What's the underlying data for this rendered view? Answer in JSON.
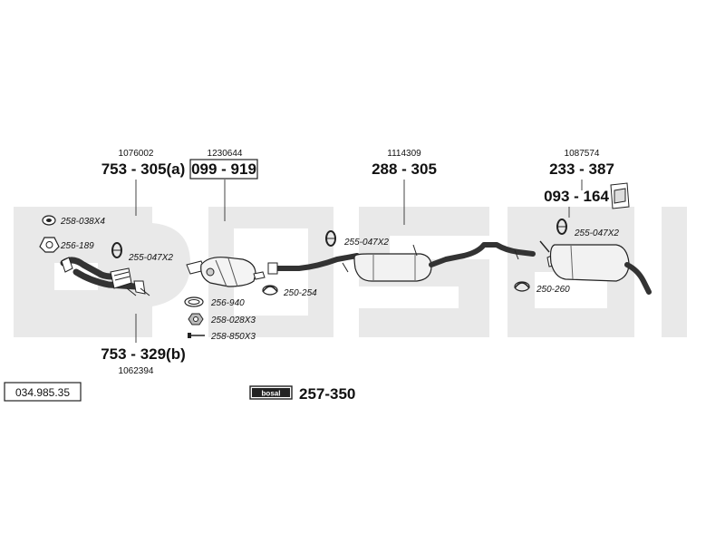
{
  "parts": {
    "manifold_oem": "1076002",
    "manifold_part": "753 - 305(a)",
    "manifold_gasket": "258-038X4",
    "manifold_flange": "256-189",
    "manifold_clamp": "255-047X2",
    "front_pipe_part": "753 - 329(b)",
    "front_pipe_oem": "1062394",
    "cat_oem": "1230644",
    "cat_part": "099 - 919",
    "cat_gasket": "256-940",
    "cat_nut": "258-028X3",
    "cat_bolt": "258-850X3",
    "mid_clamp_left": "255-047X2",
    "mid_clamp_bottom": "250-254",
    "mid_oem": "1114309",
    "mid_part": "288 - 305",
    "rear_oem": "1087574",
    "rear_part": "233 - 387",
    "rear_mount_part": "093 - 164",
    "rear_clamp": "255-047X2",
    "rear_clamp_bottom": "250-260",
    "kit_part": "257-350",
    "kit_brand": "bosal"
  },
  "catalog_number": "034.985.35",
  "watermark": "bosal"
}
